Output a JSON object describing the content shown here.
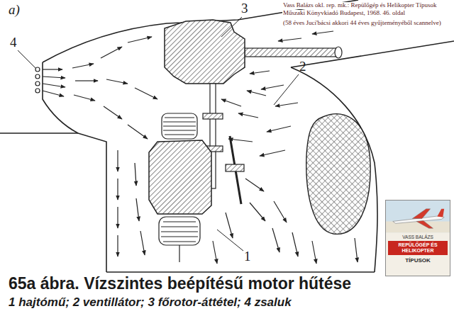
{
  "diagram": {
    "caption": "65a ábra. Vízszintes beépítésű motor hűtése",
    "nodes": [
      {
        "text": [
          "VASS BALÁZS",
          "REPÜLŐGÉP ÉS HELIKOPTER",
          "TÍPUSOK"
        ]
      }
    ],
    "labels": [
      "a)",
      "4",
      "3",
      "2",
      "1",
      "Vass Balázs okl. rep. mk.: Repülőgép és Helikopter Típusok",
      "Műszaki Könyvkiadó Budapest, 1968. 46. oldal",
      "(58 éves Juci'bácsi akkori 44 éves gyűjteményéből scannelve)",
      "1 hajtómű; 2 ventillátor; 3 főrotor-áttétel; 4 zsaluk"
    ]
  }
}
